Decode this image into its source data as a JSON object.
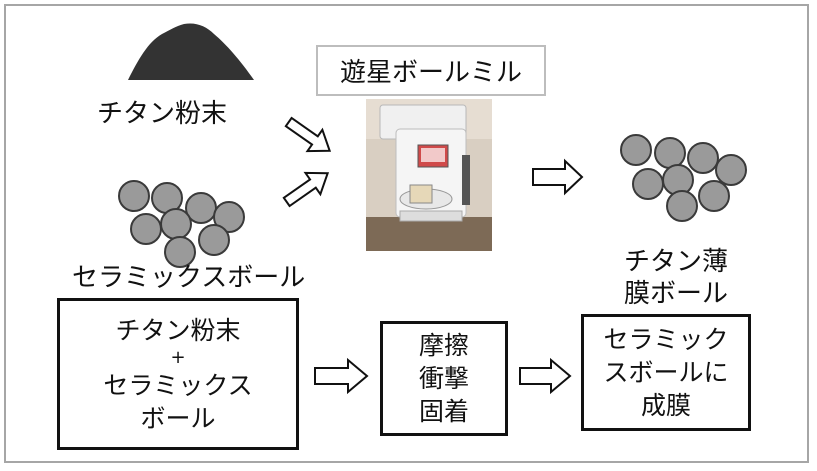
{
  "labels": {
    "titanium_powder": "チタン粉末",
    "ceramic_balls": "セラミックスボール",
    "ball_mill": "遊星ボールミル",
    "coated_line1": "チタン薄",
    "coated_line2": "膜ボール"
  },
  "process": {
    "input_line1": "チタン粉末",
    "input_plus": "+",
    "input_line2": "セラミックス",
    "input_line3": "ボール",
    "mechanism_line1": "摩擦",
    "mechanism_line2": "衝撃",
    "mechanism_line3": "固着",
    "result_line1": "セラミック",
    "result_line2": "スボールに",
    "result_line3": "成膜"
  },
  "colors": {
    "powder": "#333333",
    "ball_fill": "#9a9a9a",
    "frame": "#a6a6a6",
    "box_border": "#111111"
  }
}
